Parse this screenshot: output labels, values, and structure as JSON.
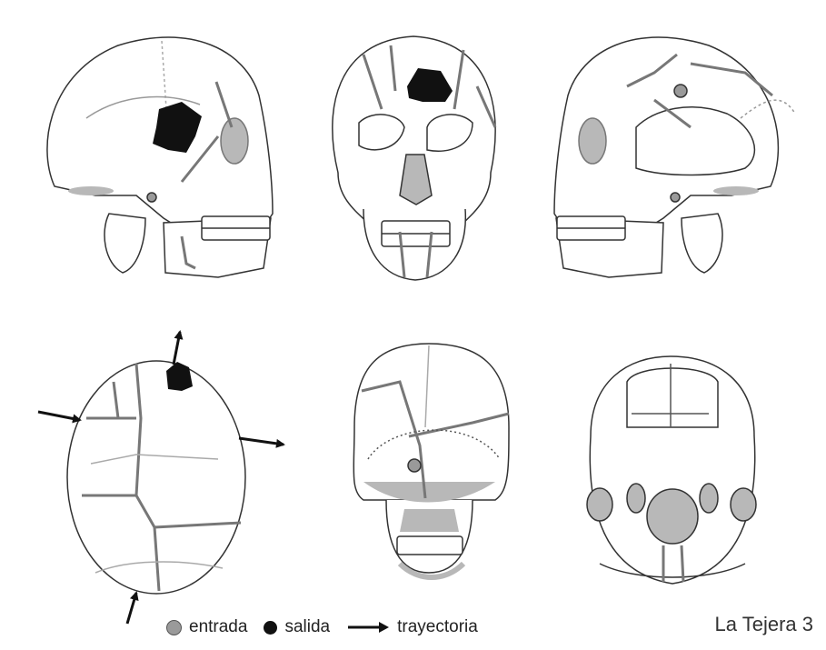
{
  "legend": {
    "entry_label": "entrada",
    "exit_label": "salida",
    "trajectory_label": "trayectoria",
    "entry_color": "#9a9a9a",
    "exit_color": "#111111",
    "trajectory_color": "#111111"
  },
  "site_label": "La Tejera 3",
  "views": [
    {
      "id": "left-lateral",
      "marks": [
        "exit-wound"
      ]
    },
    {
      "id": "anterior",
      "marks": [
        "exit-wound"
      ]
    },
    {
      "id": "right-lateral",
      "marks": [
        "entry-wound"
      ]
    },
    {
      "id": "superior",
      "marks": [
        "exit-wound",
        "trajectory-arrows"
      ]
    },
    {
      "id": "posterior",
      "marks": [
        "entry-wound"
      ]
    },
    {
      "id": "basal",
      "marks": []
    }
  ],
  "colors": {
    "outline": "#333333",
    "fracture": "#777777",
    "shade": "#b8b8b8"
  }
}
